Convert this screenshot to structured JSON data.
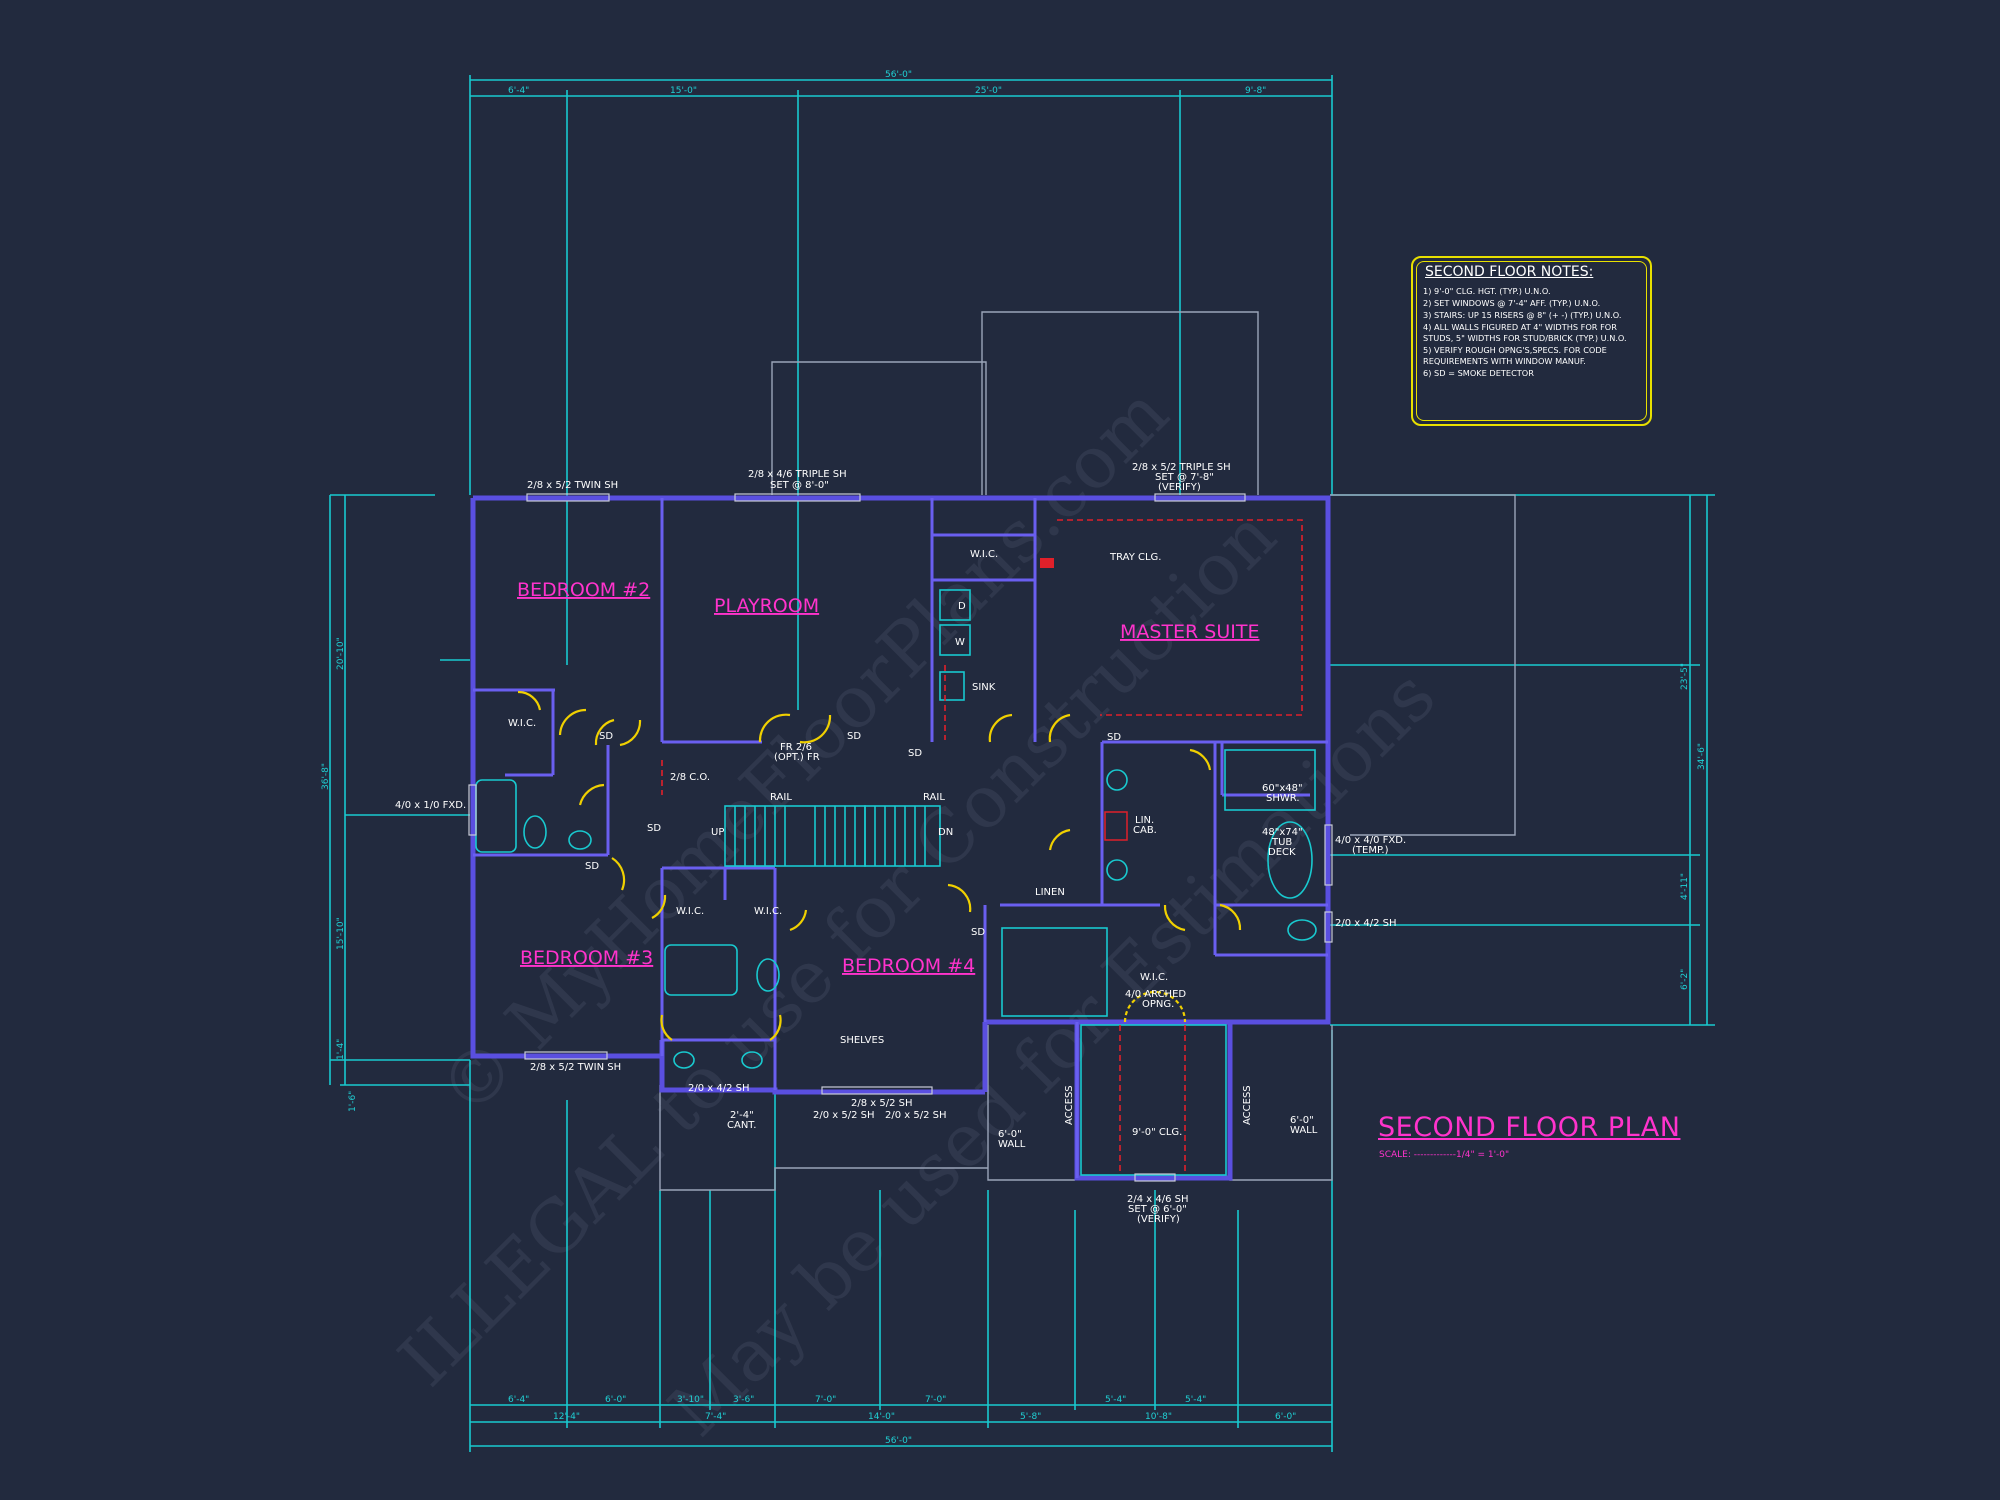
{
  "overall_dimension": "56'-0\"",
  "top_dims": [
    "6'-4\"",
    "15'-0\"",
    "25'-0\"",
    "9'-8\""
  ],
  "bottom_dims_row1": [
    "6'-4\"",
    "6'-0\"",
    "3'-10\"",
    "3'-6\"",
    "7'-0\"",
    "7'-0\"",
    "5'-4\"",
    "5'-4\""
  ],
  "bottom_dims_row2": [
    "12'-4\"",
    "7'-4\"",
    "14'-0\"",
    "5'-8\"",
    "10'-8\"",
    "6'-0\""
  ],
  "left_dims": [
    "20'-10\"",
    "36'-8\"",
    "15'-10\"",
    "1'-4\"",
    "1'-6\""
  ],
  "right_dims": [
    "23'-5\"",
    "34'-6\"",
    "4'-11\"",
    "6'-2\""
  ],
  "rooms": {
    "bedroom2": "BEDROOM #2",
    "playroom": "PLAYROOM",
    "master_suite": "MASTER SUITE",
    "bedroom3": "BEDROOM #3",
    "bedroom4": "BEDROOM #4"
  },
  "labels": {
    "win_b2": "2/8 x 5/2 TWIN SH",
    "win_play_1": "2/8 x 4/6 TRIPLE SH",
    "win_play_2": "SET @ 8'-0\"",
    "win_master_1": "2/8 x 5/2 TRIPLE SH",
    "win_master_2": "SET @ 7'-8\"",
    "win_master_3": "(VERIFY)",
    "tray": "TRAY CLG.",
    "wic": "W.I.C.",
    "sink": "SINK",
    "fixed_left": "4/0 x 1/0 FXD.",
    "fixed_right_1": "4/0 x 4/0 FXD.",
    "fixed_right_2": "(TEMP.)",
    "sh_right": "2/0 x 4/2 SH",
    "rail": "RAIL",
    "up": "UP",
    "dn": "DN",
    "co": "2/8 C.O.",
    "fr_1": "FR 2/6",
    "fr_2": "(OPT.) FR",
    "lin_1": "LIN.",
    "lin_2": "CAB.",
    "linen": "LINEN",
    "shwr_1": "60\"x48\"",
    "shwr_2": "SHWR.",
    "tub_1": "48\"x74\"",
    "tub_2": "TUB",
    "tub_3": "DECK",
    "arched_1": "4/0 ARCHED",
    "arched_2": "OPNG.",
    "shelves": "SHELVES",
    "clg9": "9'-0\" CLG.",
    "access": "ACCESS",
    "wall_1": "6'-0\"",
    "wall_2": "WALL",
    "win_b3": "2/8 x 5/2 TWIN SH",
    "sh_b3": "2/0 x 4/2 SH",
    "cant_1": "2'-4\"",
    "cant_2": "CANT.",
    "sh_b4a": "2/0 x 5/2 SH",
    "sh_b4b": "2/0 x 5/2 SH",
    "sh_b4c": "2/8 x 5/2 SH",
    "bot_win_1": "2/4 x 4/6 SH",
    "bot_win_2": "SET @ 6'-0\"",
    "bot_win_3": "(VERIFY)",
    "sd": "SD",
    "d": "D",
    "w": "W"
  },
  "notes": {
    "title": "SECOND FLOOR NOTES:",
    "items": [
      "1) 9'-0\" CLG. HGT. (TYP.) U.N.O.",
      "2) SET WINDOWS @ 7'-4\" AFF. (TYP.) U.N.O.",
      "3) STAIRS: UP 15 RISERS @ 8\" (+ -) (TYP.) U.N.O.",
      "4) ALL WALLS FIGURED AT 4\" WIDTHS FOR FOR STUDS, 5\" WIDTHS FOR STUD/BRICK (TYP.) U.N.O.",
      "5) VERIFY ROUGH OPNG'S,SPECS. FOR CODE REQUIREMENTS WITH WINDOW MANUF.",
      "6) SD = SMOKE DETECTOR"
    ]
  },
  "plan_title": "SECOND FLOOR PLAN",
  "plan_scale": "SCALE: -------------1/4\" = 1'-0\"",
  "watermarks": [
    "© MyHomeFloorPlans.com",
    "ILLEGAL to use for Construction",
    "May be used for Estimations"
  ],
  "colors": {
    "background": "#222a3e",
    "dimension": "#19c9cf",
    "wall": "#5a4fe0",
    "room_label": "#ff33cc",
    "door": "#f0d000",
    "notes_border": "#e8e000"
  }
}
